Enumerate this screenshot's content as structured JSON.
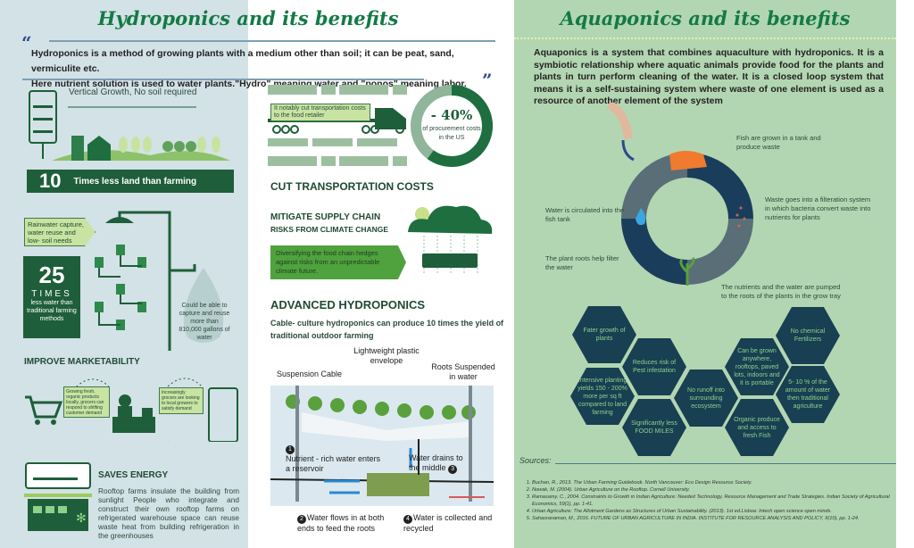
{
  "hydro": {
    "title": "Hydroponics and its benefits",
    "intro_line1": "Hydroponics is a method of growing plants with a medium other than soil; it can be peat, sand, vermiculite etc.",
    "intro_line2": "Here nutrient solution is used to water plants.\"Hydro\" meaning water and \"ponos\" meaning labor.",
    "open_quote": "“",
    "close_quote": "”",
    "vertical_growth": "Vertical Growth, No soil required",
    "land_number": "10",
    "land_text": "Times less land than farming",
    "rainwater": "Rainwater capture, water reuse and low- soil needs",
    "water_number": "25",
    "water_times": "TIMES",
    "water_text": "less water than traditional farming methods",
    "drop_text": "Could be able to capture and reuse more than 810,000 gallons of water",
    "marketability_heading": "IMPROVE MARKETABILITY",
    "market_box1": "Growing fresh, organic products locally, grocers can respond to shifting customer demand",
    "market_box2": "Increasingly grocers are looking to local growers to satisfy demand",
    "energy_heading": "SAVES ENERGY",
    "energy_text": "Rooftop farms insulate the building from sunlight People who integrate and construct their own rooftop farms on refrigerated warehouse space can reuse waste heat from building refrigeration in the greenhouses",
    "transport_callout": "It notably cut transportation costs to the food retailer",
    "donut_value": "- 40%",
    "donut_fraction": 0.6,
    "donut_text": "of procurement costs in the US",
    "transport_heading": "CUT TRANSPORTATION COSTS",
    "supply_heading": "MITIGATE SUPPLY CHAIN",
    "supply_sub": "RISKS FROM CLIMATE CHANGE",
    "supply_box": "Diversifying the food chain hedges against risks from an unpredictable climate future.",
    "advanced_heading": "ADVANCED HYDROPONICS",
    "advanced_text": "Cable- culture hydroponics can produce 10 times the yield of traditional outdoor farming",
    "diagram": {
      "envelope": "Lightweight plastic envelope",
      "cable": "Suspension Cable",
      "roots": "Roots Suspended in water",
      "step1_num": "1",
      "step1": "Nutrient - rich water enters a reservoir",
      "step3_num": "3",
      "step3": "Water drains to the middle",
      "step2_num": "2",
      "step2": "Water flows in at both ends to feed the roots",
      "step4_num": "4",
      "step4": "Water is collected and recycled"
    }
  },
  "aqua": {
    "title": "Aquaponics and its benefits",
    "intro": "Aquaponics is a system that combines aquaculture with hydroponics. It is a symbiotic relationship where aquatic animals provide food for the plants and plants in turn perform cleaning of the water. It is a closed loop system that means it is a self-sustaining system where waste of one element is used as a resource of another element of the system",
    "cycle": {
      "fish": "Fish are grown in a tank and produce waste",
      "waste": "Waste goes into a filteration system in which bacteria convert waste into nutrients for plants",
      "nutrients": "The nutrients and the water are pumped to the roots of the plants in the grow tray",
      "roots": "The plant roots help filter the water",
      "water": "Water is circulated into the fish tank"
    },
    "benefits": [
      "Fater growth of plants",
      "Reduces risk of Pest infestation",
      "Intensive planting yields 150 - 200% more per sq ft compared to land farming",
      "Significantly less FOOD MILES",
      "No runoff into surrounding ecosystem",
      "Can be grown anywhere, rooftops, paved lots, indoors and it is portable",
      "No chemical Fertilizers",
      "5- 10 % of the amount of water then traditional agriculture",
      "Organic produce and access to fresh Fish"
    ],
    "sources_label": "Sources:",
    "sources": [
      "Buchan, R., 2013. The Urban Farming Guidebook. North Vancouver: Eco Design Resource Society.",
      "Nowak, M. (2004). Urban Agriculture on the Rooftop. Cornell University.",
      "Ramasamy, C., 2004. Constraints to Growth in Indian Agriculture: Needed Technology, Resource Management and Trade Strategies. Indian Society of Agricultural Economics, 59(1), pp. 1-41.",
      "Urban Agriculture: The Allotment Gardens as Structures of Urban Sustainability. (2013). 1st ed.Lisboa: Intech open science open minds.",
      "Sahasranaman, M., 2016. FUTURE OF URBAN AGRICULTURE IN INDIA. INSTITUTE FOR RESOURCE ANALYSIS AND POLICY, II(10), pp. 1-24."
    ]
  },
  "colors": {
    "title": "#137a45",
    "dark_green": "#1e5e3a",
    "hex": "#183f52",
    "aqua_bg": "#b3d6b2",
    "hydro_bg": "#d3e2e6"
  }
}
